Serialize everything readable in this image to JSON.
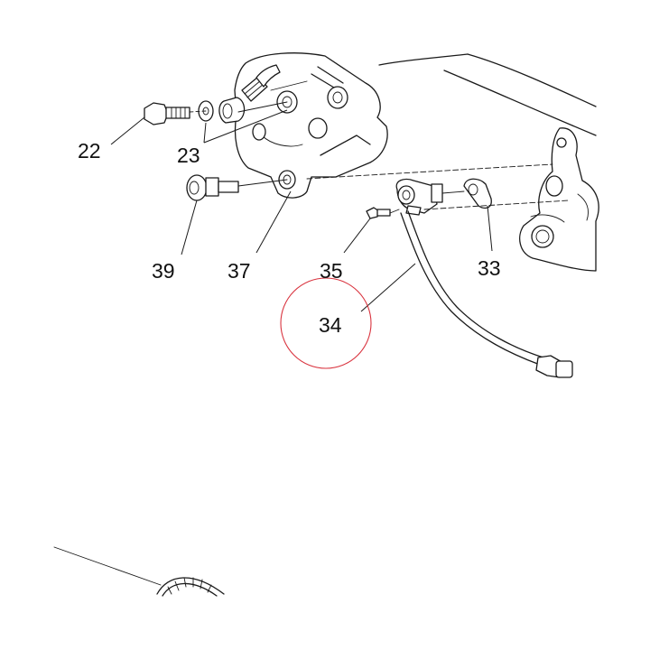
{
  "diagram": {
    "callouts": [
      {
        "id": "22",
        "label": "22"
      },
      {
        "id": "23",
        "label": "23"
      },
      {
        "id": "39",
        "label": "39"
      },
      {
        "id": "37",
        "label": "37"
      },
      {
        "id": "35",
        "label": "35"
      },
      {
        "id": "33",
        "label": "33"
      },
      {
        "id": "34",
        "label": "34"
      }
    ],
    "highlight": {
      "callout": "34",
      "color": "#d9343f"
    }
  }
}
